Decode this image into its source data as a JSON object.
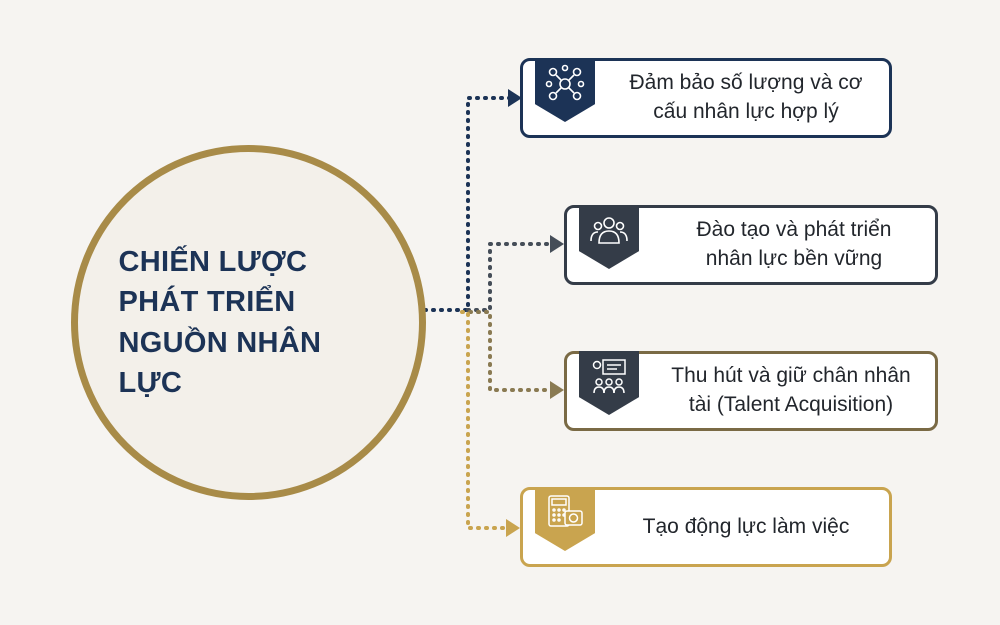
{
  "center": {
    "lines": [
      "CHIẾN LƯỢC",
      "PHÁT TRIỂN",
      "NGUỒN NHÂN",
      "LỰC"
    ]
  },
  "colors": {
    "navy": "#1c3356",
    "slate": "#343c48",
    "gold_dark": "#7a6a45",
    "gold": "#c9a44f",
    "circle_border": "#a88b48",
    "background": "#f6f4f1"
  },
  "items": [
    {
      "lines": [
        "Đảm bảo số lượng và cơ",
        "cấu nhân lực hợp lý"
      ],
      "icon": "network-people-icon"
    },
    {
      "lines": [
        "Đào tạo và phát triển",
        "nhân lực bền vững"
      ],
      "icon": "team-group-icon"
    },
    {
      "lines": [
        "Thu hút và giữ chân nhân",
        "tài (Talent Acquisition)"
      ],
      "icon": "meeting-presentation-icon"
    },
    {
      "lines": [
        "Tạo động lực làm việc"
      ],
      "icon": "calculator-money-icon"
    }
  ]
}
